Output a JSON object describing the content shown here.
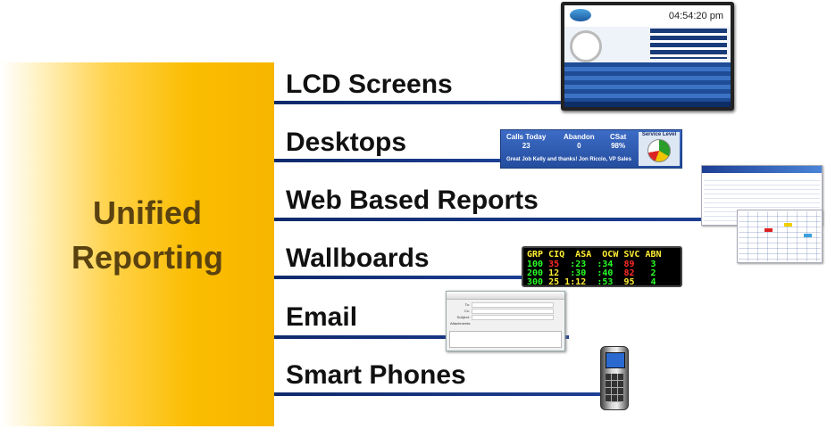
{
  "panel": {
    "line1": "Unified",
    "line2": "Reporting"
  },
  "rows": [
    {
      "label": "LCD Screens"
    },
    {
      "label": "Desktops"
    },
    {
      "label": "Web Based Reports"
    },
    {
      "label": "Wallboards"
    },
    {
      "label": "Email"
    },
    {
      "label": "Smart Phones"
    }
  ],
  "lcd": {
    "time": "04:54:20 pm"
  },
  "desktop_widget": {
    "calls_label": "Calls Today",
    "calls_value": "23",
    "abandon_label": "Abandon",
    "abandon_value": "0",
    "csat_label": "CSat",
    "csat_value": "98%",
    "service_label": "Service Level",
    "message": "Great Job Kelly and thanks!  Jon Riccio, VP Sales"
  },
  "wallboard": {
    "header": "GRP CIQ  ASA  OCW SVC ABN",
    "rows": [
      {
        "grp": "100",
        "ciq": "35",
        "asa": " :23",
        "ocw": " :34",
        "svc": " 89",
        "abn": "  3"
      },
      {
        "grp": "200",
        "ciq": "12",
        "asa": " :30",
        "ocw": " :40",
        "svc": " 82",
        "abn": "  2"
      },
      {
        "grp": "300",
        "ciq": "25",
        "asa": "1:12",
        "ocw": " :53",
        "svc": " 95",
        "abn": "  4"
      }
    ]
  },
  "email": {
    "to": "To:",
    "cc": "Cc:",
    "subject": "Subject:",
    "attachments": "Attachments:"
  },
  "colors": {
    "accent": "#1d3f94",
    "panel": "#f7b500",
    "panel_text": "#5a4210"
  }
}
